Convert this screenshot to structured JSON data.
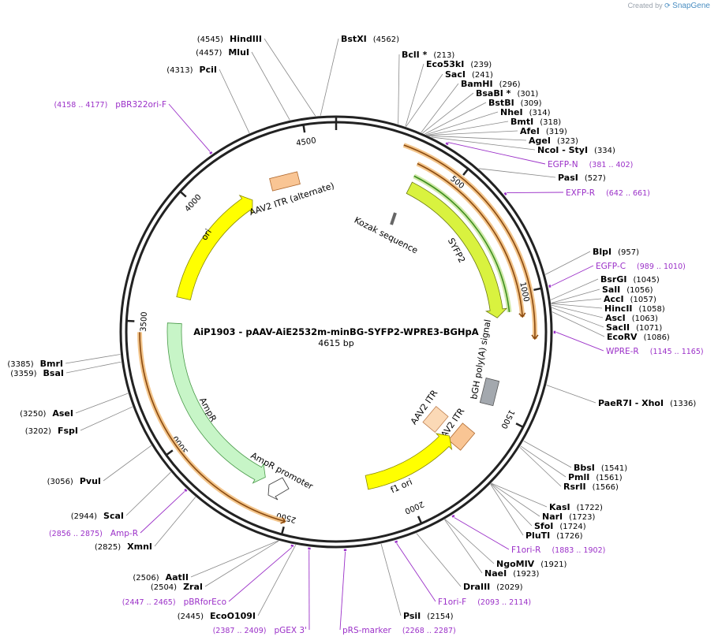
{
  "credit": {
    "prefix": "Created by",
    "brand": "SnapGene"
  },
  "map": {
    "title": "AiP1903 - pAAV-AiE2532m-minBG-SYFP2-WPRE3-BGHpA",
    "length_label": "4615 bp",
    "total_bp": 4615,
    "ticks": [
      "500",
      "1000",
      "1500",
      "2000",
      "2500",
      "3000",
      "3500",
      "4000",
      "4500"
    ]
  },
  "sites": [
    {
      "name": "HindIII",
      "pos": "(4545)",
      "bp": 4545,
      "star": ""
    },
    {
      "name": "BstXI",
      "pos": "(4562)",
      "bp": 4562,
      "star": ""
    },
    {
      "name": "MluI",
      "pos": "(4457)",
      "bp": 4457,
      "star": ""
    },
    {
      "name": "PciI",
      "pos": "(4313)",
      "bp": 4313,
      "star": ""
    },
    {
      "name": "BclI",
      "pos": "(213)",
      "bp": 213,
      "star": " *"
    },
    {
      "name": "Eco53kI",
      "pos": "(239)",
      "bp": 239,
      "star": ""
    },
    {
      "name": "SacI",
      "pos": "(241)",
      "bp": 241,
      "star": ""
    },
    {
      "name": "BamHI",
      "pos": "(296)",
      "bp": 296,
      "star": ""
    },
    {
      "name": "BsaBI",
      "pos": "(301)",
      "bp": 301,
      "star": " *"
    },
    {
      "name": "BstBI",
      "pos": "(309)",
      "bp": 309,
      "star": ""
    },
    {
      "name": "NheI",
      "pos": "(314)",
      "bp": 314,
      "star": ""
    },
    {
      "name": "BmtI",
      "pos": "(318)",
      "bp": 318,
      "star": ""
    },
    {
      "name": "AfeI",
      "pos": "(319)",
      "bp": 319,
      "star": ""
    },
    {
      "name": "AgeI",
      "pos": "(323)",
      "bp": 323,
      "star": ""
    },
    {
      "name": "NcoI - StyI",
      "pos": "(334)",
      "bp": 334,
      "star": ""
    },
    {
      "name": "PasI",
      "pos": "(527)",
      "bp": 527,
      "star": ""
    },
    {
      "name": "BlpI",
      "pos": "(957)",
      "bp": 957,
      "star": ""
    },
    {
      "name": "BsrGI",
      "pos": "(1045)",
      "bp": 1045,
      "star": ""
    },
    {
      "name": "SalI",
      "pos": "(1056)",
      "bp": 1056,
      "star": ""
    },
    {
      "name": "AccI",
      "pos": "(1057)",
      "bp": 1057,
      "star": ""
    },
    {
      "name": "HincII",
      "pos": "(1058)",
      "bp": 1058,
      "star": ""
    },
    {
      "name": "AscI",
      "pos": "(1063)",
      "bp": 1063,
      "star": ""
    },
    {
      "name": "SacII",
      "pos": "(1071)",
      "bp": 1071,
      "star": ""
    },
    {
      "name": "EcoRV",
      "pos": "(1086)",
      "bp": 1086,
      "star": ""
    },
    {
      "name": "PaeR7I - XhoI",
      "pos": "(1336)",
      "bp": 1336,
      "star": ""
    },
    {
      "name": "BbsI",
      "pos": "(1541)",
      "bp": 1541,
      "star": ""
    },
    {
      "name": "PmlI",
      "pos": "(1561)",
      "bp": 1561,
      "star": ""
    },
    {
      "name": "RsrII",
      "pos": "(1566)",
      "bp": 1566,
      "star": ""
    },
    {
      "name": "KasI",
      "pos": "(1722)",
      "bp": 1722,
      "star": ""
    },
    {
      "name": "NarI",
      "pos": "(1723)",
      "bp": 1723,
      "star": ""
    },
    {
      "name": "SfoI",
      "pos": "(1724)",
      "bp": 1724,
      "star": ""
    },
    {
      "name": "PluTI",
      "pos": "(1726)",
      "bp": 1726,
      "star": ""
    },
    {
      "name": "NgoMIV",
      "pos": "(1921)",
      "bp": 1921,
      "star": ""
    },
    {
      "name": "NaeI",
      "pos": "(1923)",
      "bp": 1923,
      "star": ""
    },
    {
      "name": "DraIII",
      "pos": "(2029)",
      "bp": 2029,
      "star": ""
    },
    {
      "name": "PsiI",
      "pos": "(2154)",
      "bp": 2154,
      "star": ""
    },
    {
      "name": "AatII",
      "pos": "(2506)",
      "bp": 2506,
      "star": ""
    },
    {
      "name": "ZraI",
      "pos": "(2504)",
      "bp": 2504,
      "star": ""
    },
    {
      "name": "EcoO109I",
      "pos": "(2445)",
      "bp": 2445,
      "star": ""
    },
    {
      "name": "XmnI",
      "pos": "(2825)",
      "bp": 2825,
      "star": ""
    },
    {
      "name": "ScaI",
      "pos": "(2944)",
      "bp": 2944,
      "star": ""
    },
    {
      "name": "PvuI",
      "pos": "(3056)",
      "bp": 3056,
      "star": ""
    },
    {
      "name": "FspI",
      "pos": "(3202)",
      "bp": 3202,
      "star": ""
    },
    {
      "name": "AseI",
      "pos": "(3250)",
      "bp": 3250,
      "star": ""
    },
    {
      "name": "BsaI",
      "pos": "(3359)",
      "bp": 3359,
      "star": ""
    },
    {
      "name": "BmrI",
      "pos": "(3385)",
      "bp": 3385,
      "star": ""
    }
  ],
  "primers": [
    {
      "name": "pBR322ori-F",
      "range": "(4158 .. 4177)",
      "bp": 4167
    },
    {
      "name": "EGFP-N",
      "range": "(381 .. 402)",
      "bp": 391
    },
    {
      "name": "EXFP-R",
      "range": "(642 .. 661)",
      "bp": 651
    },
    {
      "name": "EGFP-C",
      "range": "(989 .. 1010)",
      "bp": 999
    },
    {
      "name": "WPRE-R",
      "range": "(1145 .. 1165)",
      "bp": 1155
    },
    {
      "name": "F1ori-R",
      "range": "(1883 .. 1902)",
      "bp": 1892
    },
    {
      "name": "F1ori-F",
      "range": "(2093 .. 2114)",
      "bp": 2103
    },
    {
      "name": "pRS-marker",
      "range": "(2268 .. 2287)",
      "bp": 2277
    },
    {
      "name": "pGEX 3'",
      "range": "(2387 .. 2409)",
      "bp": 2398
    },
    {
      "name": "pBRforEco",
      "range": "(2447 .. 2465)",
      "bp": 2456
    },
    {
      "name": "Amp-R",
      "range": "(2856 .. 2875)",
      "bp": 2865
    }
  ],
  "features": [
    {
      "name": "SYFP2",
      "kind": "cds",
      "color": "#d9f23f"
    },
    {
      "name": "Kozak sequence",
      "kind": "misc",
      "color": "#a9a9a9"
    },
    {
      "name": "bGH poly(A) signal",
      "kind": "polyA",
      "color": "#a3a8ae"
    },
    {
      "name": "AAV2 ITR",
      "kind": "repeat",
      "color": "#fbd9b6"
    },
    {
      "name": "AAV2 ITR",
      "kind": "repeat",
      "color": "#f9c594"
    },
    {
      "name": "f1 ori",
      "kind": "origin",
      "color": "#ffff00"
    },
    {
      "name": "AmpR promoter",
      "kind": "promoter",
      "color": "#ffffff"
    },
    {
      "name": "AmpR",
      "kind": "cds",
      "color": "#c7f5c7"
    },
    {
      "name": "ori",
      "kind": "origin",
      "color": "#ffff00"
    },
    {
      "name": "AAV2 ITR (alternate)",
      "kind": "repeat",
      "color": "#f9c594"
    }
  ],
  "colors": {
    "primer": "#9b30c8",
    "orf_outer": "#f3c58b",
    "orf_inner": "#8a4a10",
    "syfp_track": "#3f8f1f"
  }
}
